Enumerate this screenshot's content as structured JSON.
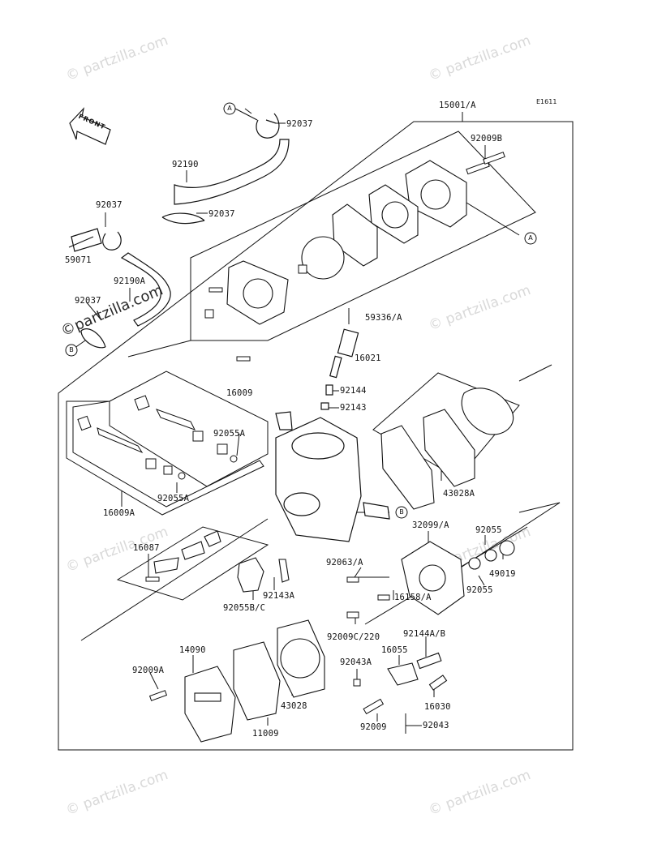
{
  "diagram": {
    "code": "E1611",
    "front_label": "FRONT",
    "callouts": [
      "A",
      "A",
      "B",
      "B"
    ],
    "parts": [
      "15001/A",
      "92037",
      "92190",
      "92009B",
      "92037",
      "92037",
      "59071",
      "92190A",
      "92037",
      "59336/A",
      "16021",
      "92144",
      "92143",
      "16009",
      "92055A",
      "16009A",
      "92055A",
      "43028A",
      "16087",
      "32099/A",
      "92055",
      "49019",
      "92055",
      "92063/A",
      "16158/A",
      "92143A",
      "92055B/C",
      "92009C/220",
      "92144A/B",
      "16055",
      "92043A",
      "14090",
      "92009A",
      "43028",
      "11009",
      "16030",
      "92009",
      "92043"
    ]
  },
  "watermarks": {
    "site": "partzilla.com",
    "symbol": "©"
  }
}
